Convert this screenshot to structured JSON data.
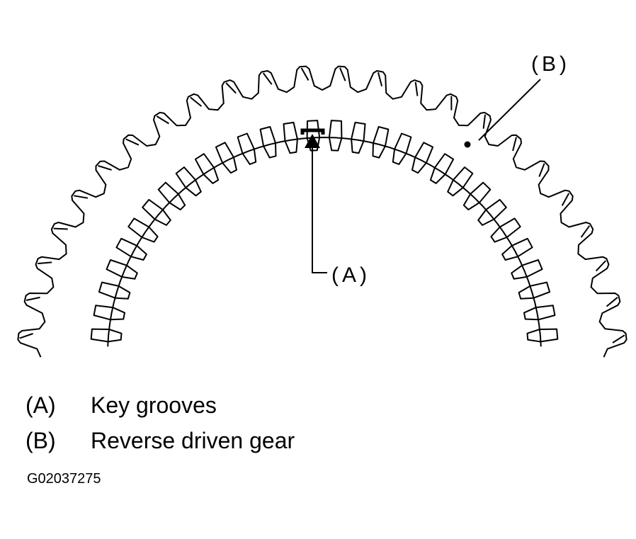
{
  "callouts": {
    "a": "(A)",
    "b": "(B)"
  },
  "legend": [
    {
      "key": "(A)",
      "text": "Key grooves"
    },
    {
      "key": "(B)",
      "text": "Reverse driven gear"
    }
  ],
  "figure_id": "G02037275",
  "colors": {
    "line": "#000000",
    "background": "#ffffff"
  }
}
